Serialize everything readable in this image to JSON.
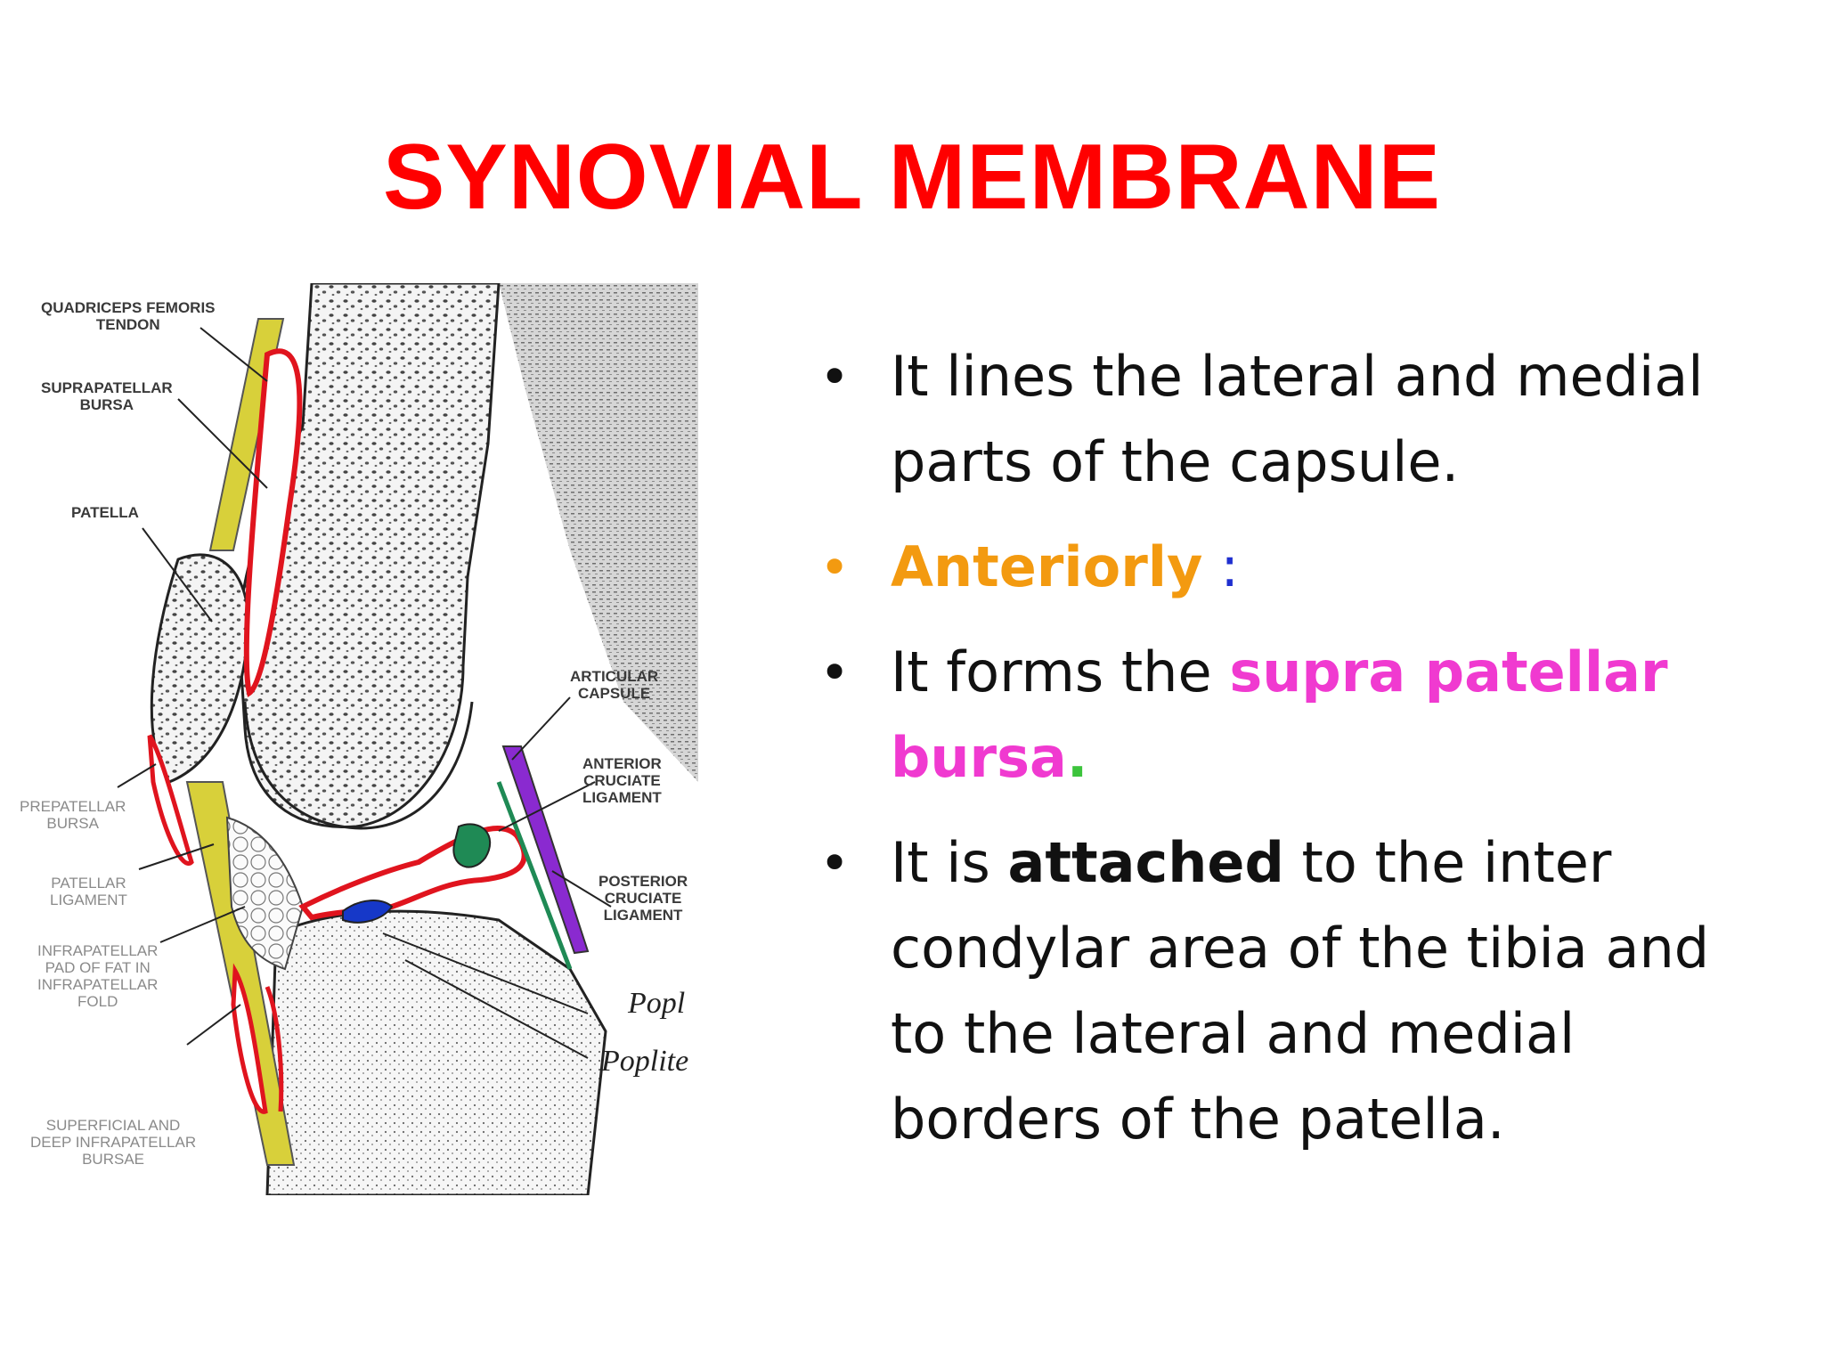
{
  "slide": {
    "title": "SYNOVIAL MEMBRANE",
    "title_color": "#ff0000"
  },
  "diagram": {
    "labels": {
      "quadriceps": "QUADRICEPS FEMORIS\nTENDON",
      "suprapatellar": "SUPRAPATELLAR\nBURSA",
      "patella": "PATELLA",
      "articular_capsule": "ARTICULAR\nCAPSULE",
      "anterior_cruciate": "ANTERIOR\nCRUCIATE\nLIGAMENT",
      "prepatellar": "PREPATELLAR\nBURSA",
      "patellar_ligament": "PATELLAR\nLIGAMENT",
      "posterior_cruciate": "POSTERIOR\nCRUCIATE\nLIGAMENT",
      "infrapatellar_pad": "INFRAPATELLAR\nPAD OF FAT IN\nINFRAPATELLAR\nFOLD",
      "infrapatellar_bursae": "SUPERFICIAL AND\nDEEP INFRAPATELLAR\nBURSAE",
      "handwritten_1": "Popl",
      "handwritten_2": "Poplite"
    },
    "colors": {
      "bursa_red": "#e0141e",
      "tendon_yellow": "#d8d03a",
      "ligament_purple": "#8a2ad0",
      "cruciate_green": "#1f8a55",
      "meniscus_blue": "#1638c8"
    }
  },
  "bullets": [
    {
      "segments": [
        {
          "text": "It lines the lateral and medial parts of the capsule.",
          "color": "#111111",
          "bold": false
        }
      ],
      "bullet_color": "#111111"
    },
    {
      "segments": [
        {
          "text": "Anteriorly",
          "color": "#f39a10",
          "bold": true
        },
        {
          "text": " :",
          "color": "#1f2fd0",
          "bold": false
        }
      ],
      "bullet_color": "#f39a10"
    },
    {
      "segments": [
        {
          "text": "It forms the ",
          "color": "#111111",
          "bold": false
        },
        {
          "text": "supra patellar bursa",
          "color": "#f03ad0",
          "bold": true
        },
        {
          "text": ".",
          "color": "#3cc43c",
          "bold": true
        }
      ],
      "bullet_color": "#111111"
    },
    {
      "segments": [
        {
          "text": "It is ",
          "color": "#111111",
          "bold": false
        },
        {
          "text": "attached",
          "color": "#111111",
          "bold": true
        },
        {
          "text": " to the inter condylar area of the tibia and to the lateral and medial borders of the patella.",
          "color": "#111111",
          "bold": false
        }
      ],
      "bullet_color": "#111111"
    }
  ]
}
